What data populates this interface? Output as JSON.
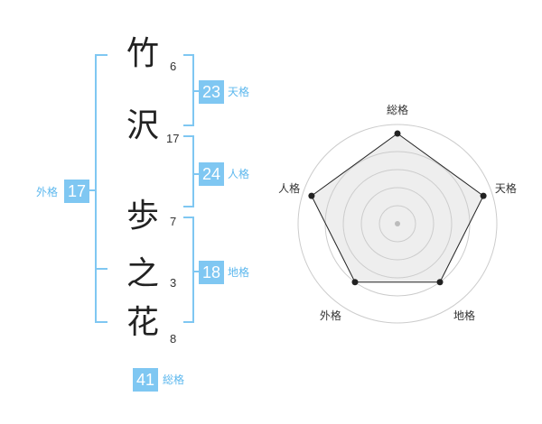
{
  "name_chars": [
    {
      "char": "竹",
      "strokes": "6"
    },
    {
      "char": "沢",
      "strokes": "17"
    },
    {
      "char": "歩",
      "strokes": "7"
    },
    {
      "char": "之",
      "strokes": "3"
    },
    {
      "char": "花",
      "strokes": "8"
    }
  ],
  "fortune": {
    "tenkaku": {
      "value": "23",
      "label": "天格"
    },
    "jinkaku": {
      "value": "24",
      "label": "人格"
    },
    "chikaku": {
      "value": "18",
      "label": "地格"
    },
    "gaikaku": {
      "value": "17",
      "label": "外格"
    },
    "soukaku": {
      "value": "41",
      "label": "総格"
    }
  },
  "colors": {
    "accent": "#7fc7f2",
    "label_text": "#5db8ee",
    "radar_fill": "#eeeeee",
    "radar_grid": "#cccccc",
    "radar_line": "#222222"
  },
  "chart_data": {
    "type": "radar",
    "axes": [
      "総格",
      "天格",
      "地格",
      "外格",
      "人格"
    ],
    "values": [
      5,
      5,
      4,
      4,
      5
    ],
    "rmax": 5,
    "rings": 4
  }
}
